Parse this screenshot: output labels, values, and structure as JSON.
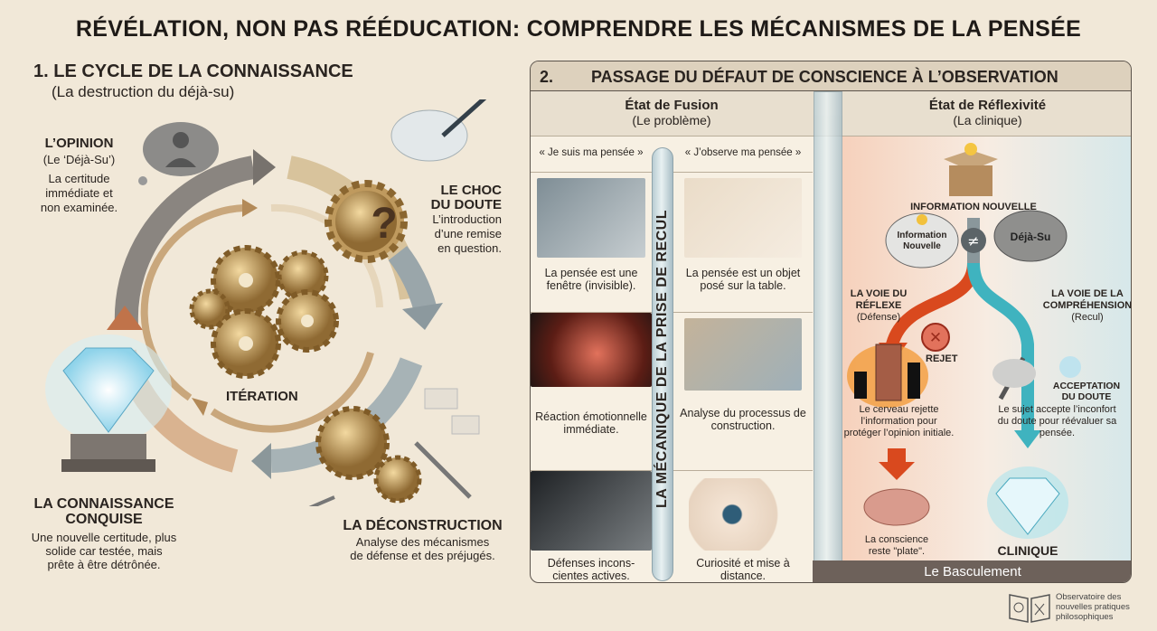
{
  "title": "RÉVÉLATION, NON PAS RÉÉDUCATION: COMPRENDRE LES MÉCANISMES DE LA PENSÉE",
  "section1": {
    "heading": "1. LE CYCLE DE LA CONNAISSANCE",
    "subheading": "(La destruction du déjà-su)",
    "opinion": {
      "title": "L’OPINION",
      "subtitle": "(Le ‘Déjà-Su’)",
      "desc": [
        "La certitude",
        "immédiate et",
        "non examinée."
      ]
    },
    "choc": {
      "title": [
        "LE CHOC",
        "DU DOUTE"
      ],
      "desc": [
        "L’introduction",
        "d’une remise",
        "en question."
      ]
    },
    "iteration": "ITÉRATION",
    "question_mark": "?",
    "connaissance": {
      "title": [
        "LA CONNAISSANCE",
        "CONQUISE"
      ],
      "desc": [
        "Une nouvelle certitude, plus",
        "solide car testée, mais",
        "prête à être détrônée."
      ]
    },
    "deconstruction": {
      "title": "LA DÉCONSTRUCTION",
      "desc": [
        "Analyse des mécanismes",
        "de défense et des préjugés."
      ]
    }
  },
  "section2": {
    "number": "2.",
    "heading": "PASSAGE DU DÉFAUT DE CONSCIENCE À L’OBSERVATION",
    "fusion": {
      "title": "État de Fusion",
      "subtitle": "(Le problème)"
    },
    "reflexivite": {
      "title": "État de Réflexivité",
      "subtitle": "(La clinique)"
    },
    "quote_left": "« Je suis ma pensée »",
    "quote_right": "« J’observe ma pensée »",
    "tube_label": "LA MÉCANIQUE DE LA PRISE DE RECUL",
    "rows": [
      {
        "left": "La pensée est une fenêtre (invisible).",
        "right": "La pensée est un objet posé sur la table."
      },
      {
        "left": "Réaction émotionnelle immédiate.",
        "right": "Analyse du processus de construction."
      },
      {
        "left": "Défenses incons-cientes actives.",
        "right": "Curiosité et mise à distance."
      }
    ],
    "info_nouvelle": "INFORMATION NOUVELLE",
    "cloud_info": "Information Nouvelle",
    "cloud_deja": "Déjà-Su",
    "voie_reflexe": {
      "title": [
        "LA VOIE DU",
        "RÉFLEXE"
      ],
      "sub": "(Défense)"
    },
    "voie_comprehension": {
      "title": [
        "LA VOIE DE LA",
        "COMPRÉHENSION"
      ],
      "sub": "(Recul)"
    },
    "rejet": "REJET",
    "reflexe_desc": "Le cerveau rejette l’information pour protéger l’opinion initiale.",
    "acceptation": [
      "ACCEPTATION",
      "DU DOUTE"
    ],
    "acceptation_desc": "Le sujet accepte l’inconfort du doute pour réévaluer sa pensée.",
    "conscience": "La conscience reste \"plate\".",
    "clinique": "CLINIQUE",
    "basculement": "Le Basculement"
  },
  "logo": {
    "text": [
      "Observatoire des",
      "nouvelles pratiques",
      "philosophiques"
    ]
  },
  "colors": {
    "red": "#d9491e",
    "teal": "#3fb3bf",
    "gold": "#b78d4e",
    "gray": "#7c7f82"
  }
}
